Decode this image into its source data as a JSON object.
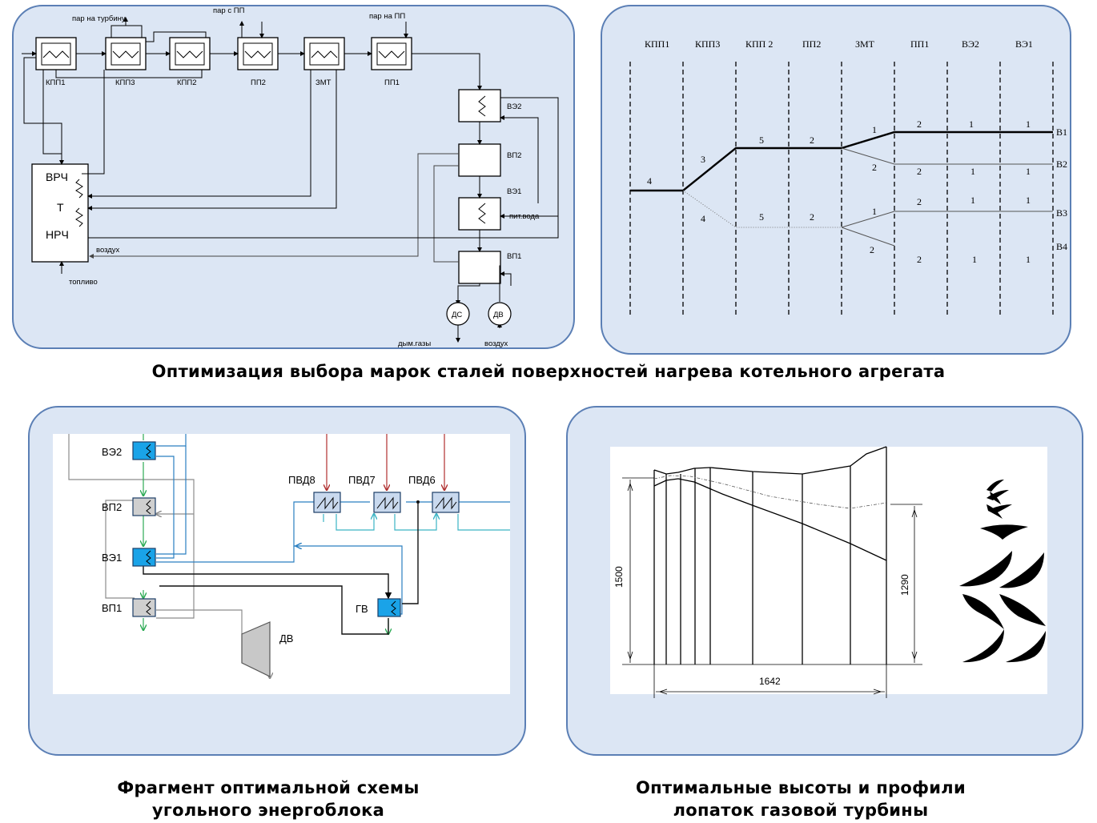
{
  "panel1": {
    "labels": {
      "par_turbine": "пар на турбину",
      "par_s_pp": "пар с  ПП",
      "par_na_pp": "пар на ПП",
      "kpp1": "КПП1",
      "kpp3": "КПП3",
      "kpp2": "КПП2",
      "pp2": "ПП2",
      "zmt": "ЗМТ",
      "pp1": "ПП1",
      "ve2": "ВЭ2",
      "vp2": "ВП2",
      "ve1": "ВЭ1",
      "vp1": "ВП1",
      "pit_voda": "пит.вода",
      "vrch": "ВРЧ",
      "t": "Т",
      "nrch": "НРЧ",
      "vozduh_left": "воздух",
      "toplivo": "топливо",
      "ds": "ДС",
      "dv": "ДВ",
      "dym_gazy": "дым.газы",
      "vozduh_bottom": "воздух"
    }
  },
  "panel2": {
    "columns": [
      "КПП1",
      "КПП3",
      "КПП  2",
      "ПП2",
      "ЗМТ",
      "ПП1",
      "ВЭ2",
      "ВЭ1"
    ],
    "variants": [
      "В1",
      "В2",
      "В3",
      "В4"
    ],
    "nums": {
      "n4a": "4",
      "n3": "3",
      "n5a": "5",
      "n2a": "2",
      "n1a": "1",
      "n2b": "2",
      "n1b": "1",
      "n1c": "1",
      "n2c": "2",
      "n2d": "2",
      "n1d": "1",
      "n1e": "1",
      "n4b": "4",
      "n5b": "5",
      "n2e": "2",
      "n1f": "1",
      "n2f": "2",
      "n1g": "1",
      "n1h": "1",
      "n2g": "2",
      "n2h": "2",
      "n1i": "1",
      "n1j": "1"
    }
  },
  "caption_top": "Оптимизация выбора марок сталей поверхностей нагрева котельного агрегата",
  "panel3": {
    "labels": {
      "ve2": "ВЭ2",
      "vp2": "ВП2",
      "ve1": "ВЭ1",
      "vp1": "ВП1",
      "pvd8": "ПВД8",
      "pvd7": "ПВД7",
      "pvd6": "ПВД6",
      "gv": "ГВ",
      "dv": "ДВ"
    }
  },
  "panel4": {
    "dim_height_left": "1500",
    "dim_height_right": "1290",
    "dim_length": "1642"
  },
  "caption_bl": [
    "Фрагмент оптимальной схемы",
    "угольного энергоблока"
  ],
  "caption_br": [
    "Оптимальные высоты и профили",
    "лопаток газовой турбины"
  ],
  "colors": {
    "panel_bg": "#dce6f4",
    "panel_border": "#5b7fb5",
    "hx_blue": "#1aa3e8",
    "hx_gray": "#cfcfcf",
    "pvd_fill": "#c9d9ee",
    "line_green": "#2daa55",
    "line_blue": "#2a7fc0",
    "line_cyan": "#3bb3c4",
    "line_red": "#b03030",
    "line_gray": "#8c8c8c"
  }
}
